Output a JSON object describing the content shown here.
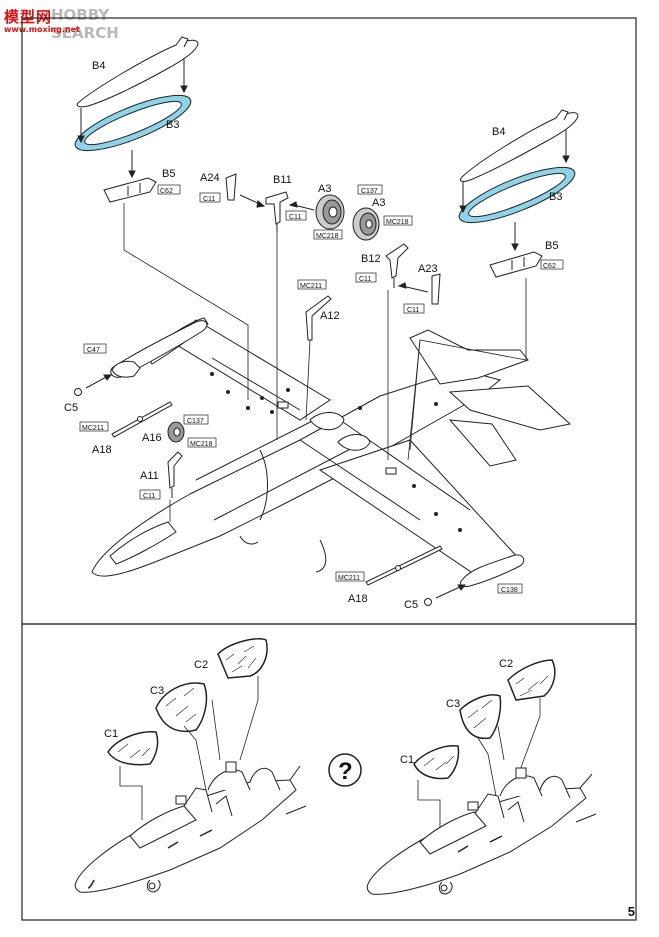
{
  "watermark": {
    "logo": "模型网",
    "brand": "HOBBY SEARCH",
    "url": "www.moxing.net"
  },
  "page_number": "5",
  "question_mark": "?",
  "top_labels": {
    "b4_left": "B4",
    "b3_left": "B3",
    "b5_left": "B5",
    "c62_left": "C62",
    "a24": "A24",
    "c11_a24": "C11",
    "b11": "B11",
    "c11_b11": "C11",
    "a3_left": "A3",
    "mc218_a3": "MC218",
    "c137_top": "C137",
    "a3_right": "A3",
    "mc218_top": "MC218",
    "b4_right": "B4",
    "b3_right": "B3",
    "b5_right": "B5",
    "c62_right": "C62",
    "b12": "B12",
    "c11_b12": "C11",
    "a23": "A23",
    "c11_a23": "C11",
    "mc211_top": "MC211",
    "a12": "A12",
    "c47": "C47",
    "c5_left": "C5",
    "mc211_left": "MC211",
    "a18_left": "A18",
    "c137_left": "C137",
    "a16": "A16",
    "mc218_left": "MC218",
    "a11": "A11",
    "c11_a11": "C11",
    "mc211_bottom": "MC211",
    "a18_bottom": "A18",
    "c5_right": "C5",
    "c138": "C138"
  },
  "bottom_labels": {
    "c2_left": "C2",
    "c3_left": "C3",
    "c1_left": "C1",
    "c2_right": "C2",
    "c3_right": "C3",
    "c1_right": "C1"
  },
  "colors": {
    "decal_blue": "#8fd3e8",
    "line": "#222222",
    "watermark_red": "#dd1111"
  }
}
